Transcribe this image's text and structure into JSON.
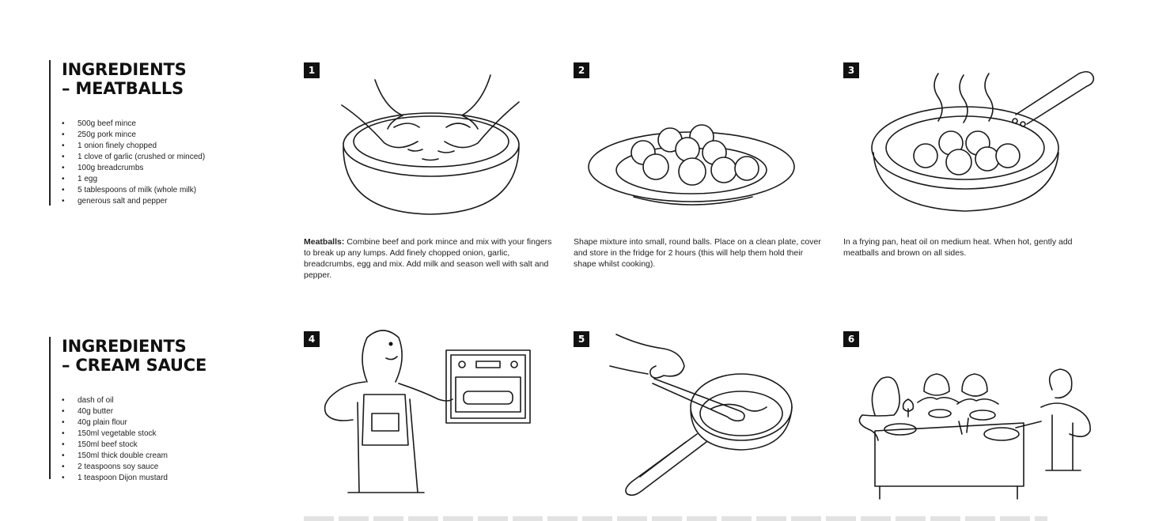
{
  "ingredients": {
    "meatballs": {
      "title_line1": "INGREDIENTS",
      "title_line2": "– MEATBALLS",
      "items": [
        "500g beef mince",
        "250g pork mince",
        "1 onion finely chopped",
        "1 clove of garlic (crushed or minced)",
        "100g breadcrumbs",
        "1 egg",
        "5 tablespoons of milk (whole milk)",
        "generous salt and pepper"
      ]
    },
    "sauce": {
      "title_line1": "INGREDIENTS",
      "title_line2": "– CREAM SAUCE",
      "items": [
        "dash of oil",
        "40g butter",
        "40g plain flour",
        "150ml vegetable stock",
        "150ml beef stock",
        "150ml thick double cream",
        "2 teaspoons soy sauce",
        "1 teaspoon Dijon mustard"
      ]
    }
  },
  "steps": [
    {
      "number": "1",
      "lead": "Meatballs:",
      "text": "Combine beef and pork mince and mix with your fingers to break up any lumps. Add finely chopped onion, garlic, breadcrumbs, egg and mix. Add milk and season well with salt and pepper."
    },
    {
      "number": "2",
      "lead": "",
      "text": "Shape mixture into small, round balls. Place on a clean plate, cover and store in the fridge for 2 hours (this will help them hold their shape whilst cooking)."
    },
    {
      "number": "3",
      "lead": "",
      "text": "In a frying pan, heat oil on medium heat. When hot, gently add meatballs and brown on all sides."
    },
    {
      "number": "4"
    },
    {
      "number": "5"
    },
    {
      "number": "6"
    }
  ]
}
